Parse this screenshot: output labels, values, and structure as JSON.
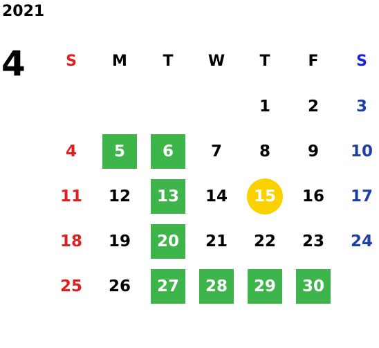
{
  "calendar": {
    "year": "2021",
    "month": "4",
    "weekdays": [
      "S",
      "M",
      "T",
      "W",
      "T",
      "F",
      "S"
    ],
    "first_weekday": 4,
    "days_in_month": 30,
    "green_days": [
      5,
      6,
      13,
      20,
      27,
      28,
      29,
      30
    ],
    "today": 15,
    "colors": {
      "sunday": "#e02020",
      "saturday": "#1f3fa8",
      "saturday_header": "#1a24d6",
      "weekday": "#000000",
      "green_highlight": "#3db54a",
      "today_highlight": "#fad200"
    }
  }
}
